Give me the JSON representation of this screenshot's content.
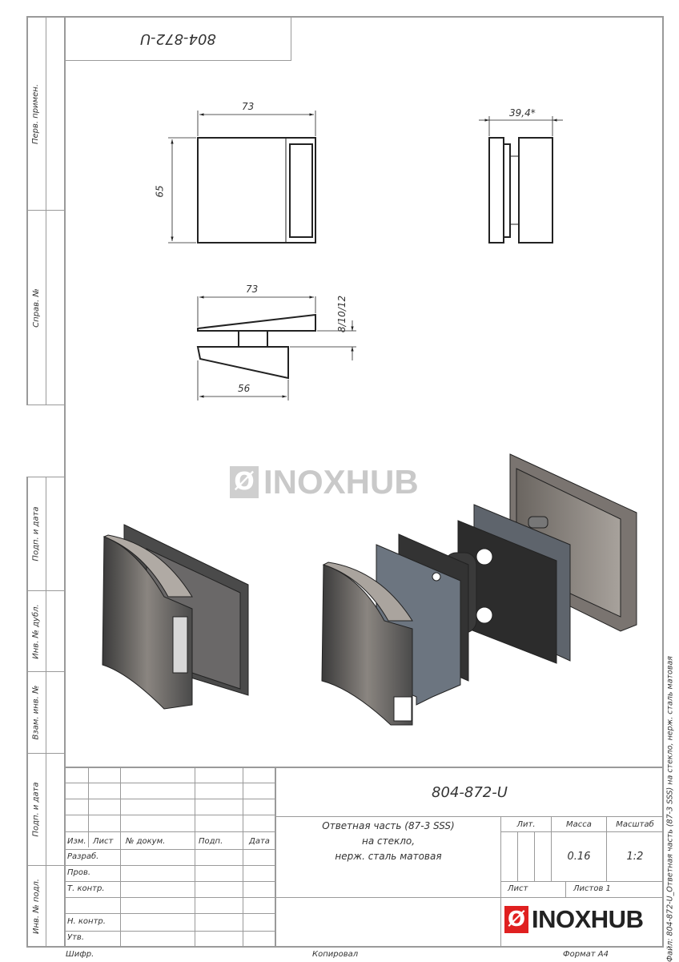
{
  "top_designation": "804-872-U",
  "side_labels": [
    "Перв. примен.",
    "Справ. №",
    "Подп. и дата",
    "Инв. № дубл.",
    "Взам. инв. №",
    "Подп. и дата",
    "Инв. № подл."
  ],
  "dimensions": {
    "front_width": "73",
    "front_height": "65",
    "side_width": "39,4*",
    "top_width": "73",
    "top_glass": "8/10/12",
    "top_bottom_width": "56"
  },
  "watermark": "INOXHUB",
  "title_block": {
    "designation": "804-872-U",
    "name_lines": [
      "Ответная часть (87-3 SSS)",
      "на стекло,",
      "нерж. сталь матовая"
    ],
    "col_headers": [
      "Изм.",
      "Лист",
      "№ докум.",
      "Подп.",
      "Дата"
    ],
    "roles": [
      "Разраб.",
      "Пров.",
      "Т. контр.",
      "",
      "Н. контр.",
      "Утв."
    ],
    "lit_label": "Лит.",
    "mass_label": "Масса",
    "scale_label": "Масштаб",
    "mass": "0.16",
    "scale": "1:2",
    "sheet_label": "Лист",
    "sheets_label": "Листов 1",
    "logo": "INOXHUB"
  },
  "footer": {
    "cipher": "Шифр.",
    "copied": "Копировал",
    "format": "Формат А4"
  },
  "file_label": "Файл: 804-872-U_Ответная часть (87-3 SSS) на стекло, нерж. сталь матовая",
  "colors": {
    "logo_red": "#e02020",
    "frame": "#9a9a9a"
  }
}
